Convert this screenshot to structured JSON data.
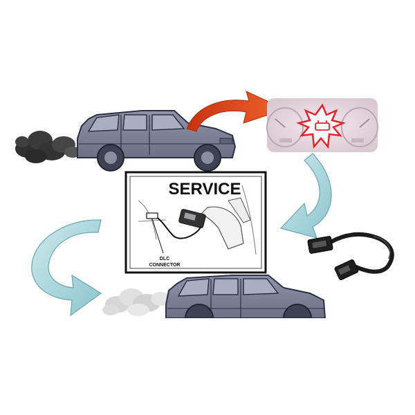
{
  "diagram": {
    "service_box": {
      "title": "SERVICE",
      "connector_label_line1": "DLC",
      "connector_label_line2": "CONNECTOR"
    },
    "icons": {
      "car_top": "car-icon",
      "car_bottom": "car-icon",
      "dashboard": "instrument-cluster-icon",
      "warning_light": "check-engine-light-icon",
      "cable": "obd-cable-icon"
    },
    "colors": {
      "car_body": "#7d8397",
      "car_outline": "#2d3142",
      "smoke_dark": "#3a3a3a",
      "smoke_light": "#d4d4d4",
      "arrow_red": "#e2471c",
      "arrow_teal": "#9fd3d8",
      "warning_burst": "#e3242b"
    }
  }
}
